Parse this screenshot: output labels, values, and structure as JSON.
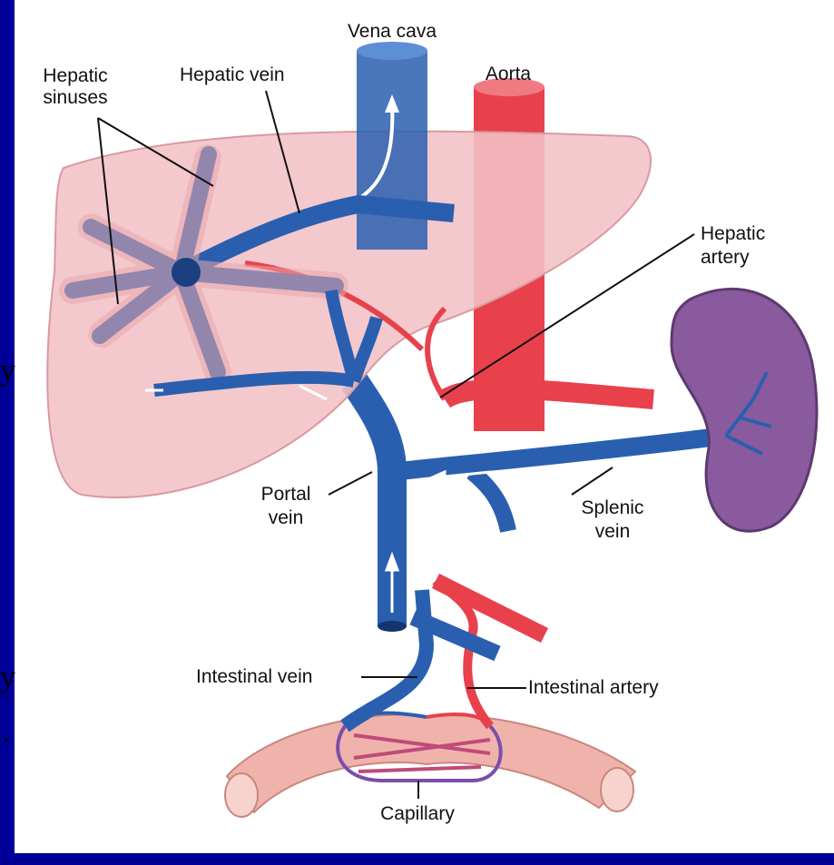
{
  "labels": {
    "vena_cava": "Vena cava",
    "aorta": "Aorta",
    "hepatic_sinuses_1": "Hepatic",
    "hepatic_sinuses_2": "sinuses",
    "hepatic_vein": "Hepatic vein",
    "hepatic_artery_1": "Hepatic",
    "hepatic_artery_2": "artery",
    "portal_vein_1": "Portal",
    "portal_vein_2": "vein",
    "splenic_vein_1": "Splenic",
    "splenic_vein_2": "vein",
    "intestinal_vein": "Intestinal vein",
    "intestinal_artery": "Intestinal artery",
    "capillary": "Capillary"
  },
  "edge_fragments": [
    "y",
    "y",
    "."
  ],
  "colors": {
    "background": "#000099",
    "panel": "#ffffff",
    "liver": "#f2c2c6",
    "vein": "#2a5fb0",
    "artery": "#e8414c",
    "spleen": "#8a5a9e",
    "intestine": "#f0b3ac"
  }
}
